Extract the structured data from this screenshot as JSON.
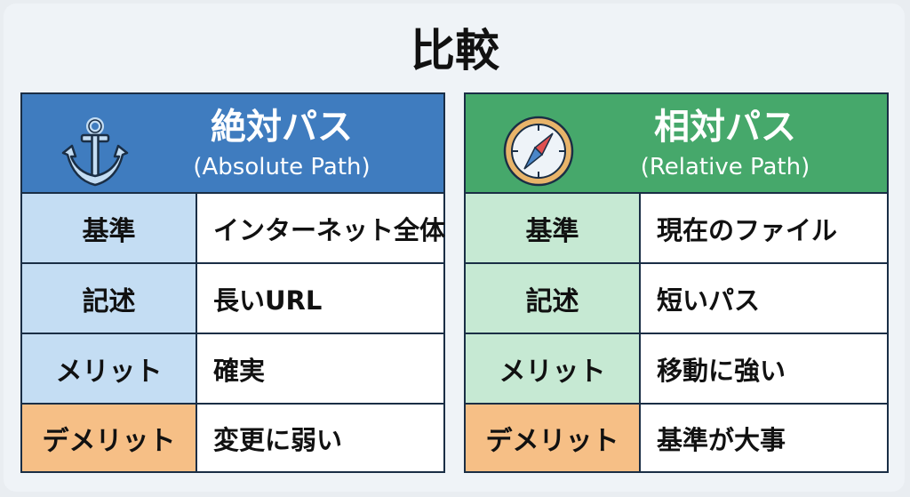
{
  "title": "比較",
  "colors": {
    "absolute_header": "#3f7cbf",
    "absolute_label": "#c4ddf3",
    "relative_header": "#46a86b",
    "relative_label": "#c6e9d3",
    "demerit_label": "#f6bf86",
    "border": "#1a2e45"
  },
  "tables": [
    {
      "icon": "anchor-icon",
      "title_ja": "絶対パス",
      "title_en": "(Absolute Path)",
      "rows": [
        {
          "label": "基準",
          "value": "インターネット全体"
        },
        {
          "label": "記述",
          "value": "長いURL"
        },
        {
          "label": "メリット",
          "value": "確実"
        },
        {
          "label": "デメリット",
          "value": "変更に弱い"
        }
      ]
    },
    {
      "icon": "compass-icon",
      "title_ja": "相対パス",
      "title_en": "(Relative Path)",
      "rows": [
        {
          "label": "基準",
          "value": "現在のファイル"
        },
        {
          "label": "記述",
          "value": "短いパス"
        },
        {
          "label": "メリット",
          "value": "移動に強い"
        },
        {
          "label": "デメリット",
          "value": "基準が大事"
        }
      ]
    }
  ]
}
